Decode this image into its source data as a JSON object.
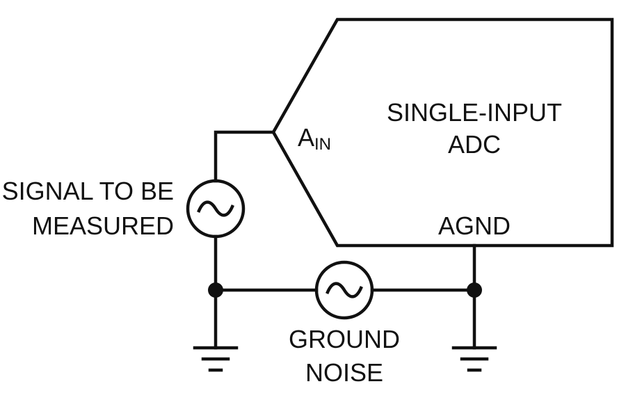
{
  "adc": {
    "title_line1": "SINGLE-INPUT",
    "title_line2": "ADC",
    "input_pin_main": "A",
    "input_pin_sub": "IN",
    "ground_pin": "AGND"
  },
  "signal_source": {
    "line1": "SIGNAL TO BE",
    "line2": "MEASURED"
  },
  "noise_source": {
    "line1": "GROUND",
    "line2": "NOISE"
  },
  "icons": [
    "ac-source-icon",
    "ground-symbol-icon",
    "junction-dot-icon"
  ],
  "colors": {
    "stroke": "#111111",
    "background": "#ffffff"
  }
}
